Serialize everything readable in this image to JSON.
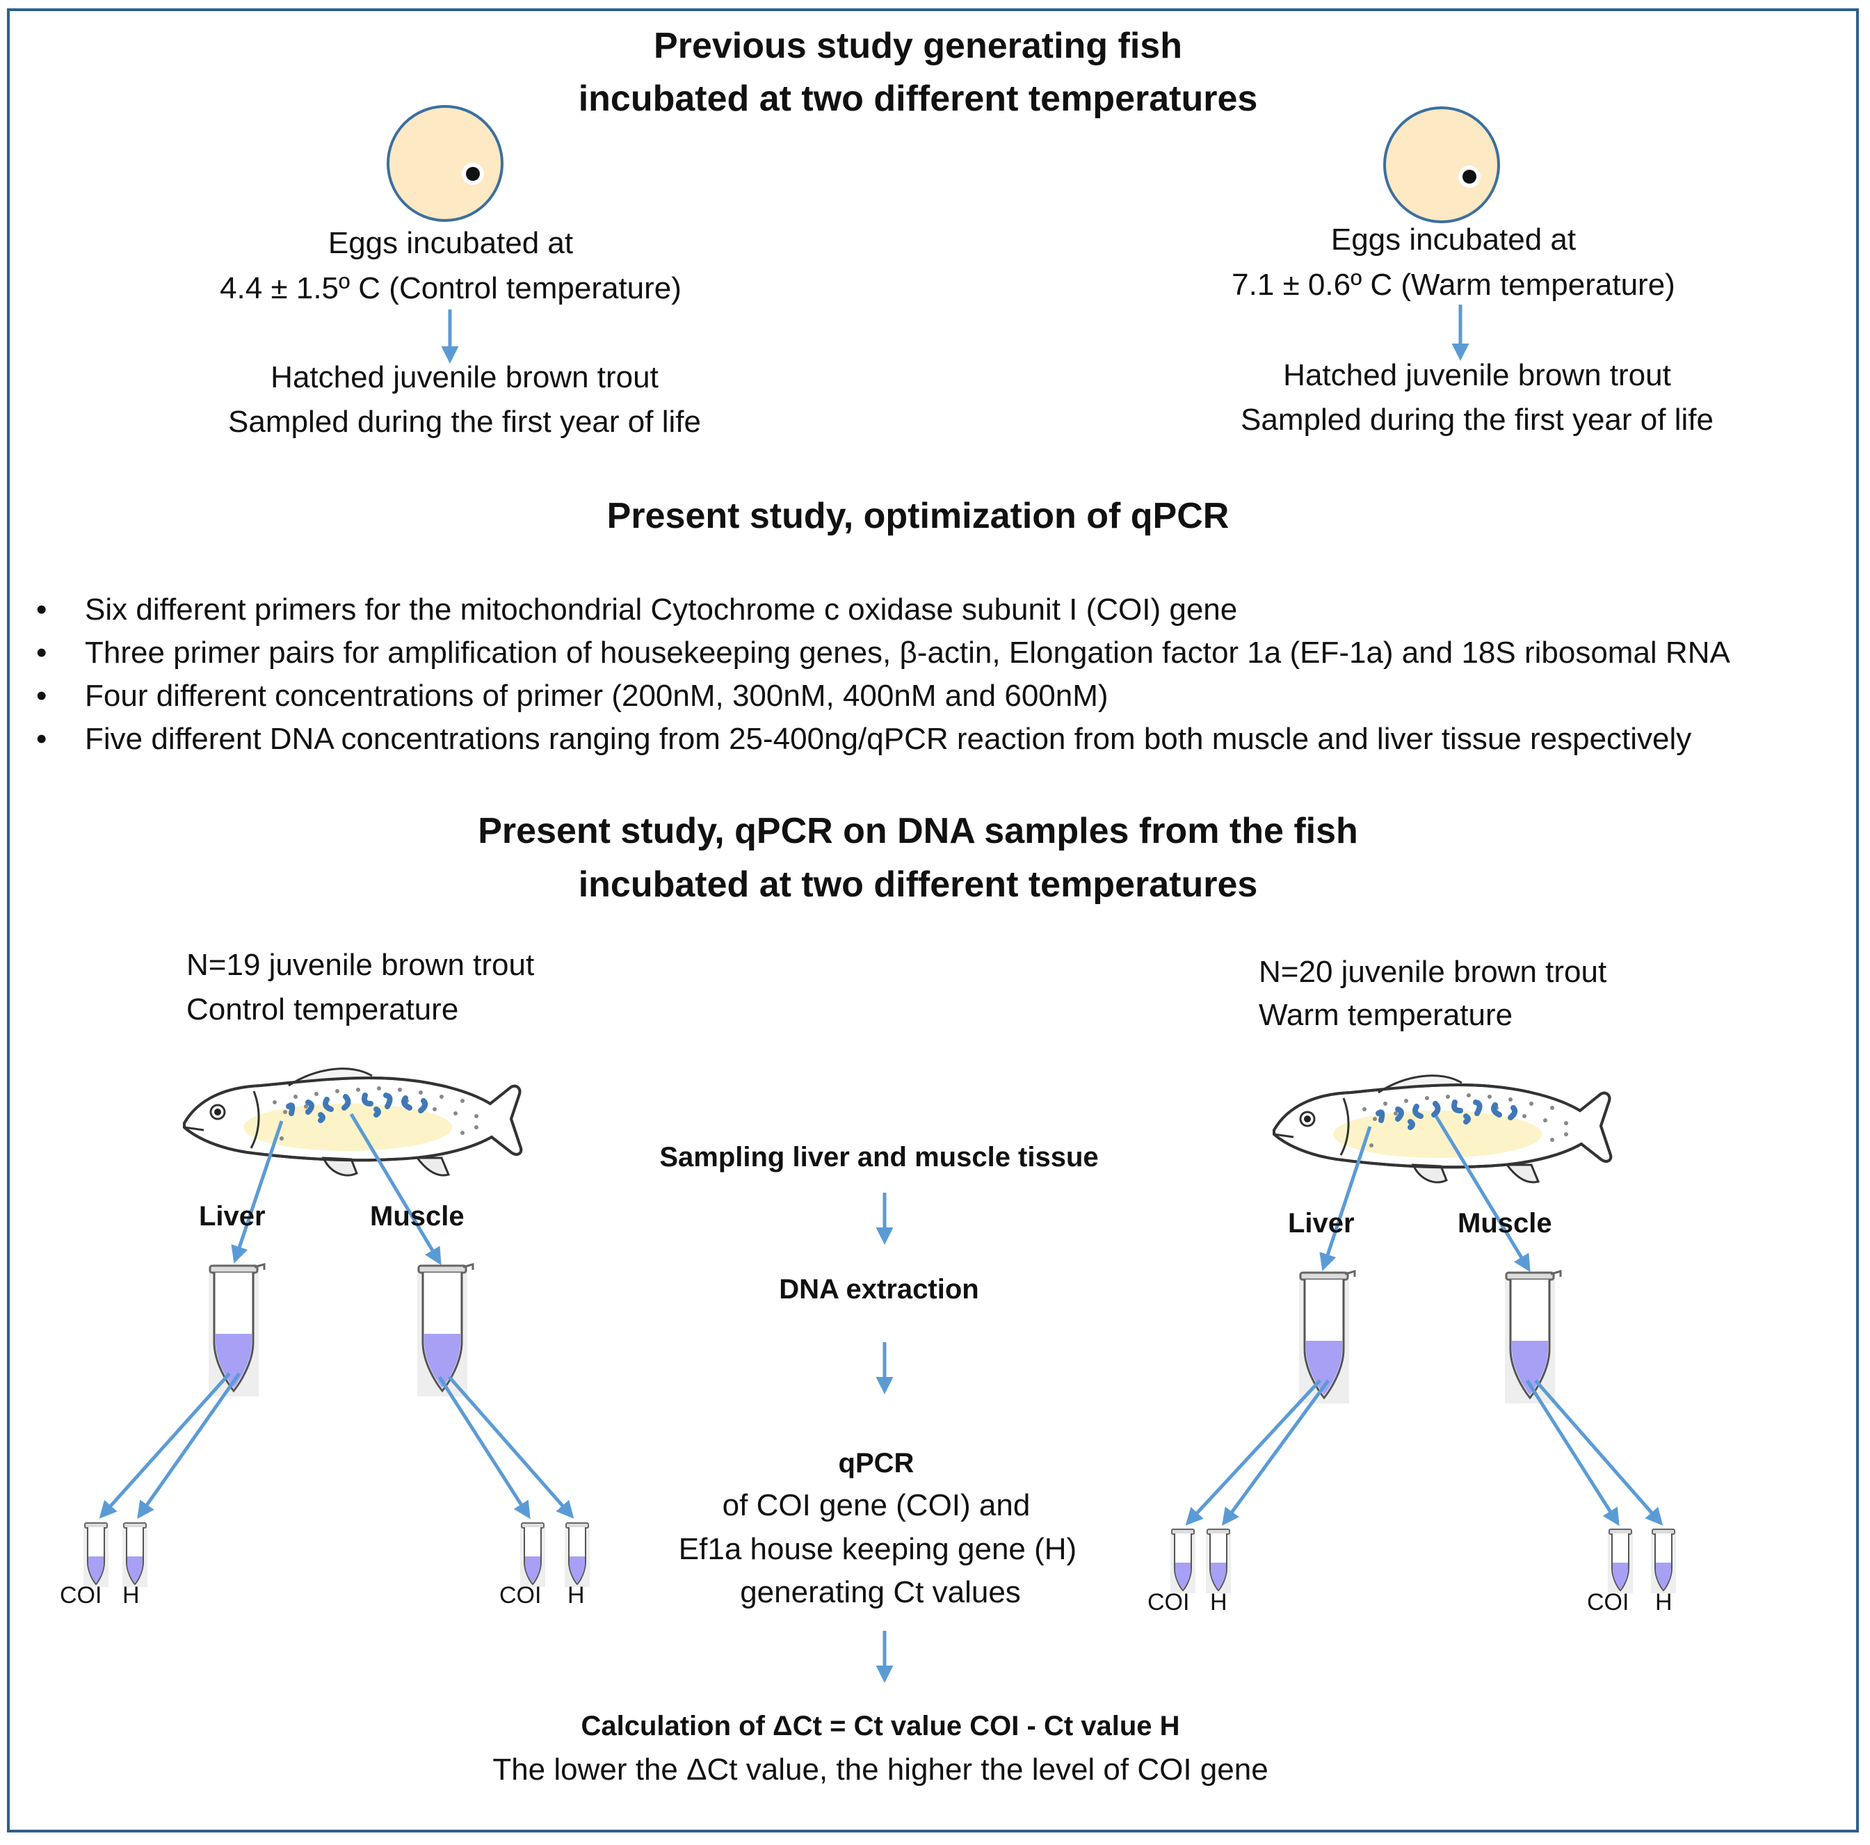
{
  "header": {
    "line1": "Previous study generating fish",
    "line2": "incubated at two different temperatures"
  },
  "left_eggs": {
    "line1": "Eggs incubated at",
    "line2": "4.4 ± 1.5º C (Control temperature)",
    "hatch1": "Hatched juvenile brown trout",
    "hatch2": "Sampled during the first year of life"
  },
  "right_eggs": {
    "line1": "Eggs incubated at",
    "line2": "7.1 ± 0.6º C (Warm temperature)",
    "hatch1": "Hatched juvenile brown trout",
    "hatch2": "Sampled during the first year of life"
  },
  "optimization": {
    "title": "Present study, optimization of qPCR",
    "bullet_char": "•",
    "bullets": [
      "Six different primers for the mitochondrial Cytochrome c oxidase subunit I (COI) gene",
      "Three primer pairs for amplification of housekeeping genes, β-actin, Elongation factor 1a (EF-1a) and 18S ribosomal RNA",
      "Four different concentrations of primer (200nM, 300nM, 400nM and 600nM)",
      "Five different DNA concentrations ranging from 25-400ng/qPCR reaction from both muscle and liver tissue respectively"
    ]
  },
  "samples": {
    "title1": "Present study, qPCR on DNA samples from the fish",
    "title2": "incubated at two different temperatures",
    "left1": "N=19 juvenile brown trout",
    "left2": "Control temperature",
    "right1": "N=20 juvenile brown trout",
    "right2": "Warm temperature"
  },
  "tissue": {
    "liver": "Liver",
    "muscle": "Muscle"
  },
  "tubes": {
    "coi": "COI",
    "h": "H"
  },
  "workflow": {
    "step1": "Sampling liver and muscle tissue",
    "step2": "DNA extraction",
    "step3_title": "qPCR",
    "step3_l1": "of COI gene (COI) and",
    "step3_l2": "Ef1a house keeping gene (H)",
    "step3_l3": "generating Ct values",
    "calc": "Calculation of ΔCt = Ct value COI - Ct value H",
    "calc_note": "The lower the ΔCt value, the higher the level of COI gene"
  },
  "colors": {
    "frame": "#2f5f8a",
    "arrow": "#5b9bd5",
    "egg_fill": "#fde9c3",
    "egg_stroke": "#3b6fa0",
    "tube_liquid": "#a7a0f5",
    "fish_belly": "#fdf3c9",
    "fish_spots": "#3f78b8"
  }
}
